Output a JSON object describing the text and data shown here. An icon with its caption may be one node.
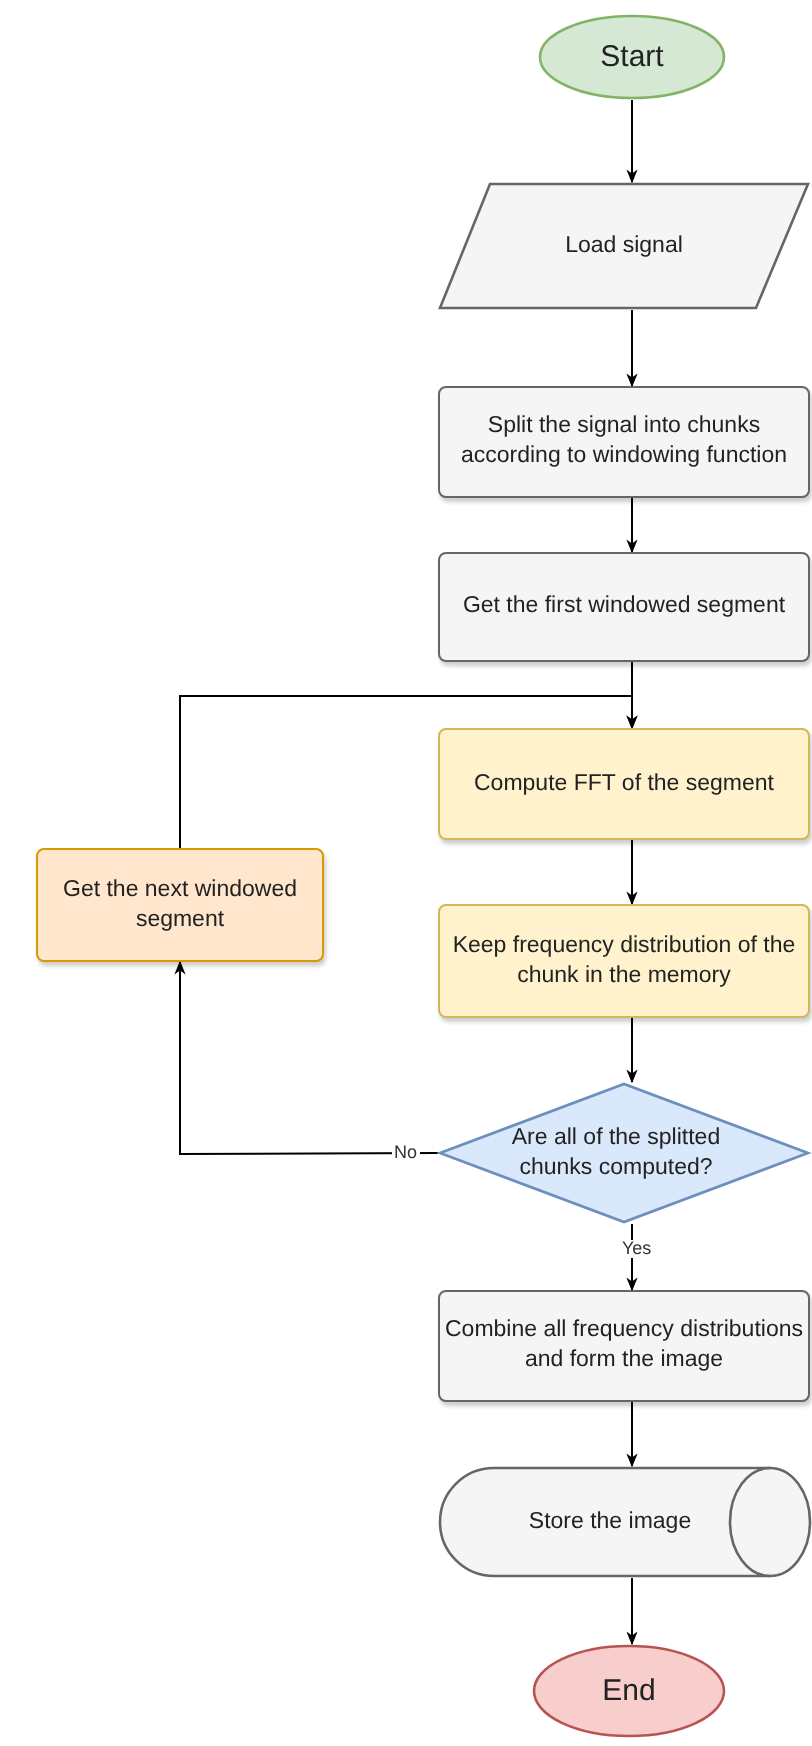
{
  "diagram": {
    "nodes": [
      {
        "text": [
          "Start"
        ]
      },
      {
        "text": [
          "Load signal"
        ]
      },
      {
        "text": [
          "Split the signal into chunks according to windowing function"
        ]
      },
      {
        "text": [
          "Get the first windowed segment"
        ]
      },
      {
        "text": [
          "Compute FFT of the segment"
        ]
      },
      {
        "text": [
          "Keep frequency distribution of the chunk in the memory"
        ]
      },
      {
        "text": [
          "Are all of the splitted chunks computed?"
        ]
      },
      {
        "text": [
          "Get the next windowed segment"
        ]
      },
      {
        "text": [
          "Combine all frequency distributions and form the image"
        ]
      },
      {
        "text": [
          "Store the image"
        ]
      },
      {
        "text": [
          "End"
        ]
      }
    ],
    "edges": [
      {
        "from": 0,
        "to": 1,
        "arrow": "to"
      },
      {
        "from": 1,
        "to": 2,
        "arrow": "to"
      },
      {
        "from": 2,
        "to": 3,
        "arrow": "to"
      },
      {
        "from": 3,
        "to": 4,
        "arrow": "to"
      },
      {
        "from": 4,
        "to": 5,
        "arrow": "to"
      },
      {
        "from": 5,
        "to": 6,
        "arrow": "to"
      },
      {
        "from": 6,
        "to": 8,
        "label": "Yes",
        "arrow": "to"
      },
      {
        "from": 6,
        "to": 7,
        "label": "No",
        "arrow": "to"
      },
      {
        "from": 7,
        "to": 4,
        "arrow": "to"
      },
      {
        "from": 8,
        "to": 9,
        "arrow": "to"
      },
      {
        "from": 9,
        "to": 10,
        "arrow": "to"
      }
    ]
  }
}
